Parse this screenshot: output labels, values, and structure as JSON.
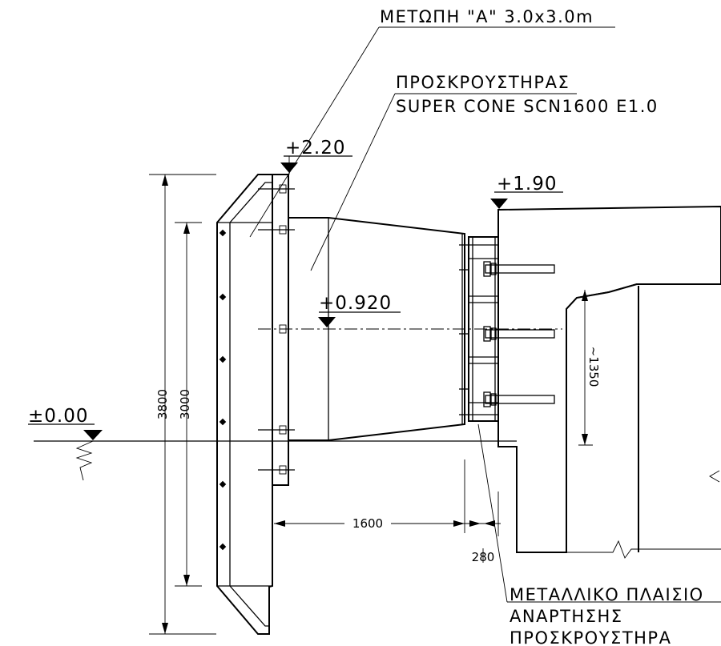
{
  "labels": {
    "panel": "ΜΕΤΩΠΗ \"Α\" 3.0x3.0m",
    "fender_line1": "ΠΡΟΣΚΡΟΥΣΤΗΡΑΣ",
    "fender_line2": "SUPER CONE SCN1600 E1.0",
    "frame_line1": "ΜΕΤΑΛΛΙΚΟ ΠΛΑΙΣΙΟ",
    "frame_line2": "ΑΝΑΡΤΗΣΗΣ",
    "frame_line3": "ΠΡΟΣΚΡΟΥΣΤΗΡΑ"
  },
  "elevations": {
    "panel_top": "+2.20",
    "quay_top": "+1.90",
    "fender_axis": "+0.920",
    "water_level": "±0.00"
  },
  "dimensions": {
    "panel_height": "3800",
    "panel_face": "3000",
    "fender_length": "1600",
    "frame_depth": "280",
    "beam_height": "~1350"
  }
}
